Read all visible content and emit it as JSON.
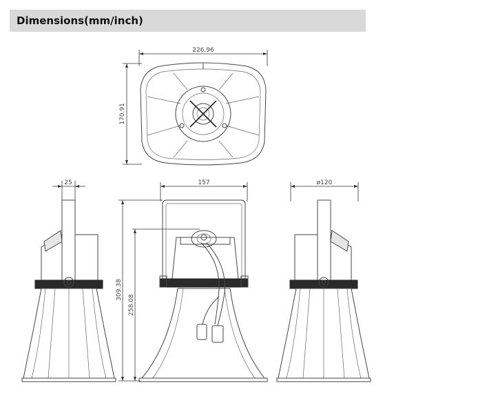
{
  "header": {
    "title": "Dimensions(mm/inch)"
  },
  "dimensions": {
    "top_width": "226.96",
    "top_height": "170.91",
    "bracket_depth": "25",
    "front_width": "157",
    "total_height": "309.38",
    "body_height": "258.08",
    "diameter": "ø120"
  },
  "colors": {
    "header_bg": "#d9d9d9",
    "line": "#444444"
  }
}
